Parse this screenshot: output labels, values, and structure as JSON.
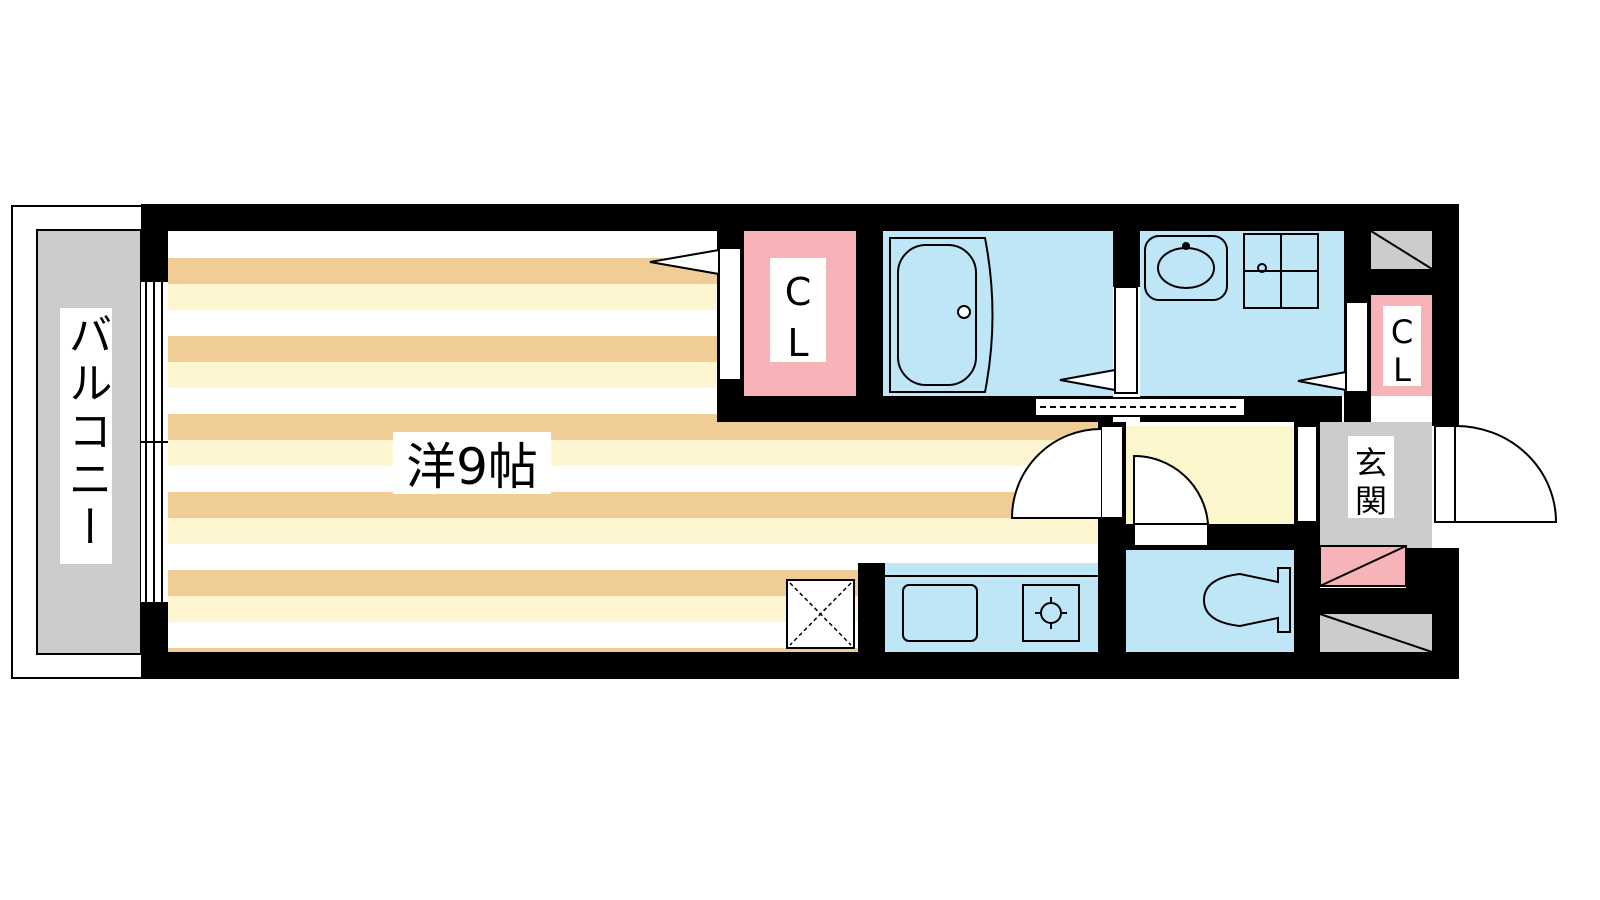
{
  "floorplan": {
    "balcony_label": "バルコニー",
    "main_room_label": "洋9帖",
    "closet_1_label_line1": "C",
    "closet_1_label_line2": "L",
    "closet_2_label_line1": "C",
    "closet_2_label_line2": "L",
    "entrance_label_line1": "玄",
    "entrance_label_line2": "関"
  },
  "colors": {
    "wall": "#000000",
    "floor_stripe": "#f0cc96",
    "floor_light": "#fdf6d0",
    "wet_area": "#bfe6f7",
    "closet": "#f6b4b8",
    "entrance": "#cccccc",
    "hall": "#fbf6cc",
    "balcony": "#cccccc"
  },
  "icons": [
    "bathtub-icon",
    "washbasin-icon",
    "toilet-icon",
    "sink-icon",
    "stove-icon",
    "washer-pan-icon"
  ]
}
